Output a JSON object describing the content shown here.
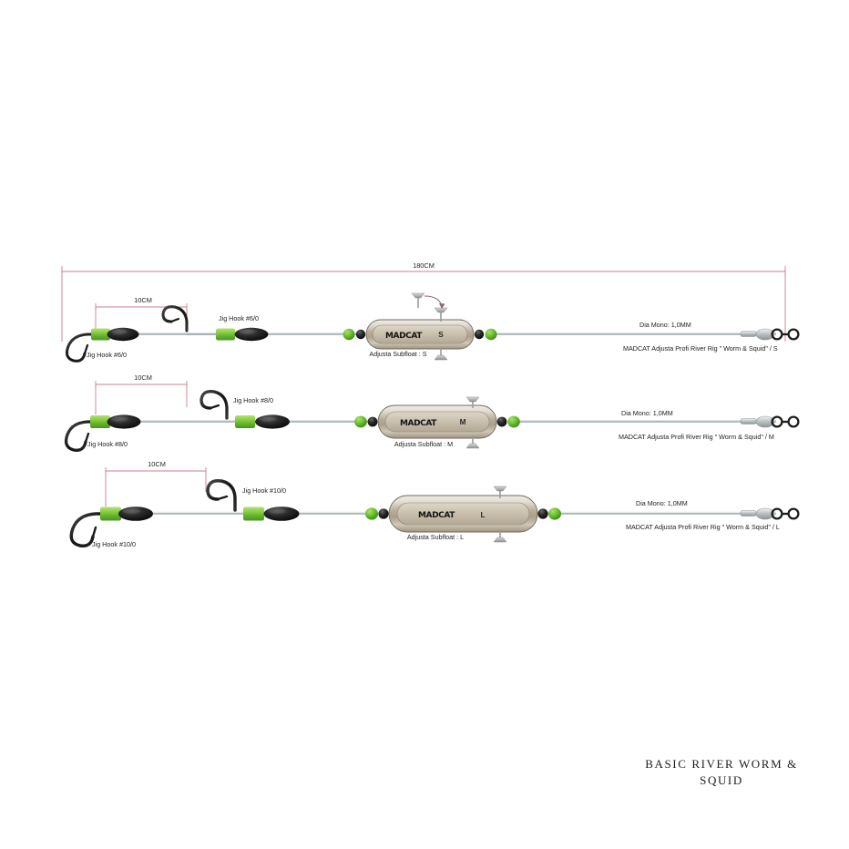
{
  "page": {
    "title": "BASIC RIVER WORM & SQUID",
    "title_line1": "BASIC RIVER WORM &",
    "title_line2": "SQUID",
    "background_color": "#ffffff",
    "accent_dimension_color": "#c9808c",
    "sleeve_color": "#7ac943",
    "bead_color": "#1d1d1b",
    "mono_color": "#9aa7a9",
    "float_body_color": "#c8bfae"
  },
  "dimensions": {
    "total": {
      "label": "180CM",
      "value": 180,
      "unit": "CM"
    },
    "segment": {
      "label": "10CM",
      "value": 10,
      "unit": "CM"
    }
  },
  "rigs": [
    {
      "size": "S",
      "hook_label": "Jig Hook #6/0",
      "hook_lower_label": "Jig Hook #6/0",
      "hook_upper_label": "Jig Hook #6/0",
      "float_label": "Adjusta Subfloat : S",
      "float_size_mark": "S",
      "float_brand": "MADCAT",
      "mono_label": "Dia Mono: 1,0MM",
      "product_label": "MADCAT Adjusta Profi River Rig \" Worm & Squid\" / S",
      "segment_label": "10CM"
    },
    {
      "size": "M",
      "hook_label": "Jig Hook #8/0",
      "hook_lower_label": "Jig Hook #8/0",
      "hook_upper_label": "Jig Hook #8/0",
      "float_label": "Adjusta Subfloat : M",
      "float_size_mark": "M",
      "float_brand": "MADCAT",
      "mono_label": "Dia Mono: 1,0MM",
      "product_label": "MADCAT Adjusta Profi River Rig \" Worm & Squid\" / M",
      "segment_label": "10CM"
    },
    {
      "size": "L",
      "hook_label": "Jig Hook #10/0",
      "hook_lower_label": "Jig Hook #10/0",
      "hook_upper_label": "Jig Hook #10/0",
      "float_label": "Adjusta Subfloat : L",
      "float_size_mark": "L",
      "float_brand": "MADCAT",
      "mono_label": "Dia Mono: 1,0MM",
      "product_label": "MADCAT Adjusta Profi River Rig \" Worm & Squid\" / L",
      "segment_label": "10CM"
    }
  ],
  "annotations": {
    "pin_insert_arrow": "screw-pin-insert"
  }
}
